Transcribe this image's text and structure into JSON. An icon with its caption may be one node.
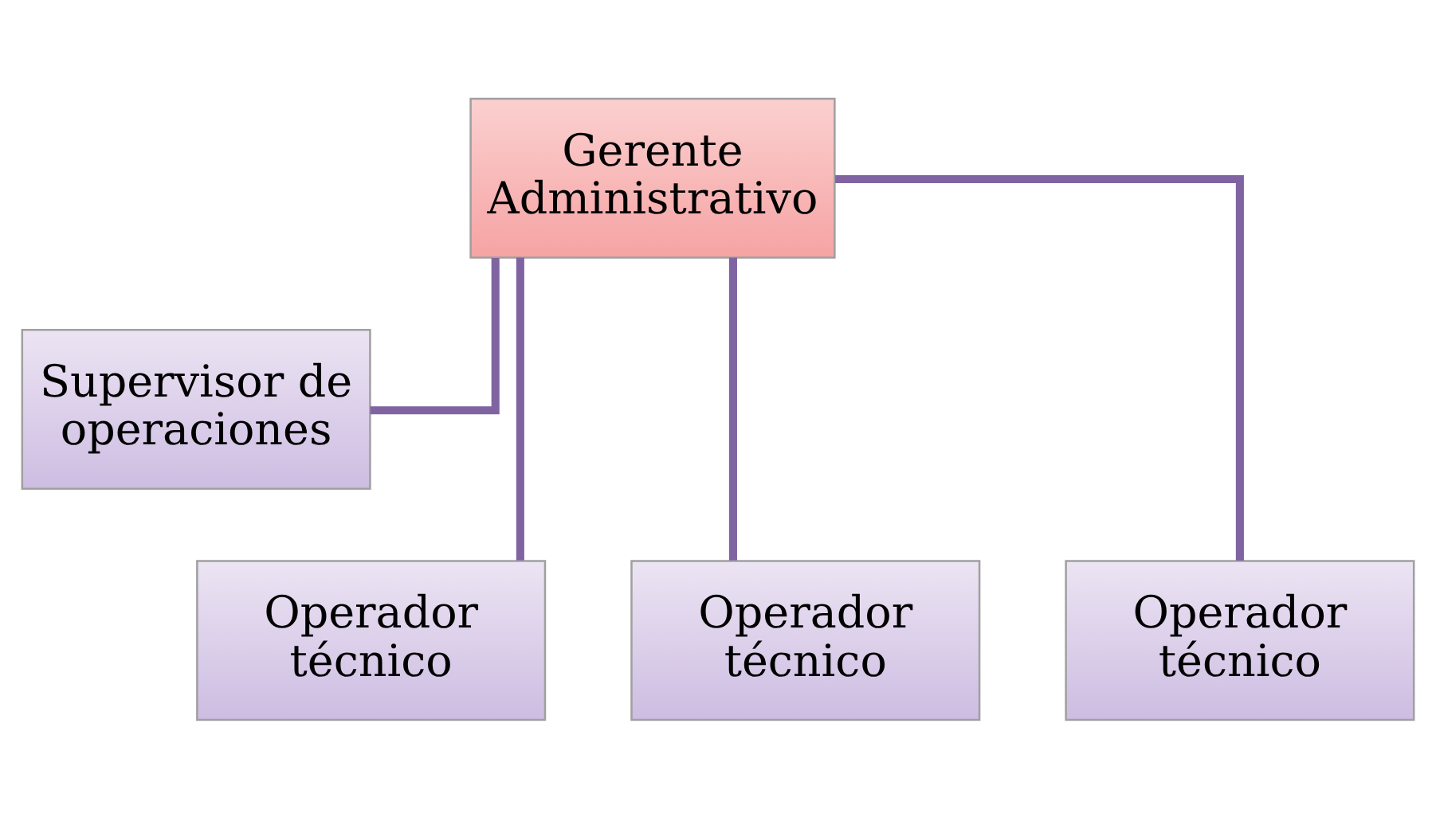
{
  "diagram": {
    "nodes": [
      {
        "text": [
          "Gerente Administrativo"
        ]
      },
      {
        "text": [
          "Supervisor de operaciones"
        ]
      },
      {
        "text": [
          "Operador técnico"
        ]
      },
      {
        "text": [
          "Operador técnico"
        ]
      },
      {
        "text": [
          "Operador técnico"
        ]
      }
    ],
    "edges": [
      {
        "from": 0,
        "to": 1,
        "arrow": "none"
      },
      {
        "from": 0,
        "to": 2,
        "arrow": "none"
      },
      {
        "from": 0,
        "to": 3,
        "arrow": "none"
      },
      {
        "from": 0,
        "to": 4,
        "arrow": "none"
      }
    ]
  }
}
